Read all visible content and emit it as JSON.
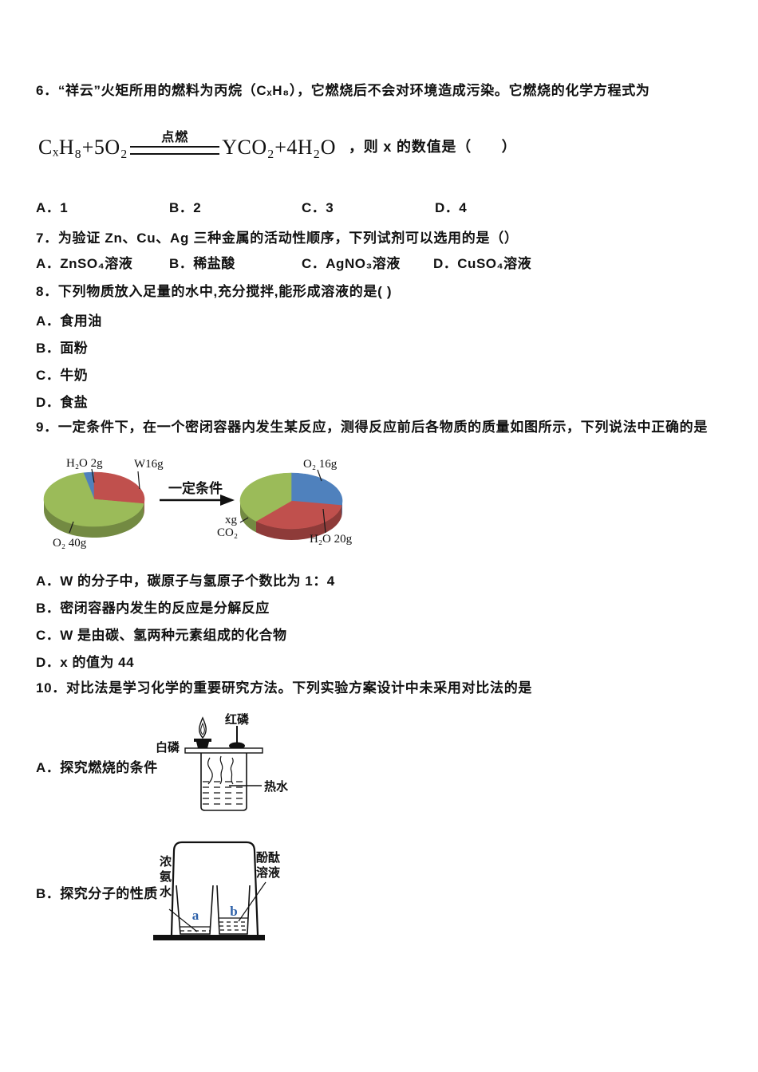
{
  "q6": {
    "stem": "6．“祥云”火矩所用的燃料为丙烷（CₓH₈），它燃烧后不会对环境造成污染。它燃烧的化学方程式为",
    "equation": {
      "lhs": "CₓH₈+5O₂",
      "condition": "点燃",
      "rhs": "YCO₂+4H₂O",
      "tail": "，则 x 的数值是（　　）"
    },
    "options": [
      "A．1",
      "B．2",
      "C．3",
      "D．4"
    ]
  },
  "q7": {
    "stem": "7．为验证 Zn、Cu、Ag 三种金属的活动性顺序，下列试剂可以选用的是（）",
    "options": [
      "A．ZnSO₄溶液",
      "B．稀盐酸",
      "C．AgNO₃溶液",
      "D．CuSO₄溶液"
    ]
  },
  "q8": {
    "stem": "8．下列物质放入足量的水中,充分搅拌,能形成溶液的是( )",
    "options": [
      "A．食用油",
      "B．面粉",
      "C．牛奶",
      "D．食盐"
    ]
  },
  "q9": {
    "stem": "9．一定条件下，在一个密闭容器内发生某反应，测得反应前后各物质的质量如图所示，下列说法中正确的是",
    "arrow_label": "一定条件",
    "options": [
      "A．W 的分子中，碳原子与氢原子个数比为 1：4",
      "B．密闭容器内发生的反应是分解反应",
      "C．W 是由碳、氢两种元素组成的化合物",
      "D．x 的值为 44"
    ]
  },
  "q10": {
    "stem": "10．对比法是学习化学的重要研究方法。下列实验方案设计中未采用对比法的是",
    "exp_a": {
      "label": "A．探究燃烧的条件",
      "white_phosphorus": "白磷",
      "red_phosphorus": "红磷",
      "hot_water": "热水"
    },
    "exp_b": {
      "label": "B．探究分子的性质",
      "ammonia": "浓氨水",
      "phenolphthalein": "酚酞溶液",
      "beaker_a": "a",
      "beaker_b": "b"
    }
  },
  "chart_data": [
    {
      "type": "pie",
      "style": "3d",
      "position": "before-reaction",
      "start_angle_deg": -12.4,
      "total_g": 58,
      "slices": [
        {
          "formula": "H₂O",
          "mass_label": "2g",
          "display": "H₂O 2g",
          "value": 2,
          "color": "#4f81bd"
        },
        {
          "formula": "W",
          "mass_label": "16g",
          "display": "W16g",
          "value": 16,
          "color": "#c0504d"
        },
        {
          "formula": "O₂",
          "mass_label": "40g",
          "display": "O₂ 40g",
          "value": 40,
          "color": "#9bbb59"
        }
      ]
    },
    {
      "type": "pie",
      "style": "3d",
      "position": "after-reaction",
      "start_angle_deg": 0,
      "total_g": 58,
      "slices": [
        {
          "formula": "O₂",
          "mass_label": "16g",
          "display": "O₂ 16g",
          "value": 16,
          "color": "#4f81bd"
        },
        {
          "formula": "H₂O",
          "mass_label": "20g",
          "display": "H₂O 20g",
          "value": 20,
          "color": "#c0504d"
        },
        {
          "formula": "CO₂",
          "mass_label": "xg",
          "display": "xg CO₂",
          "value": 22,
          "unknown": true,
          "color": "#9bbb59"
        }
      ]
    }
  ]
}
